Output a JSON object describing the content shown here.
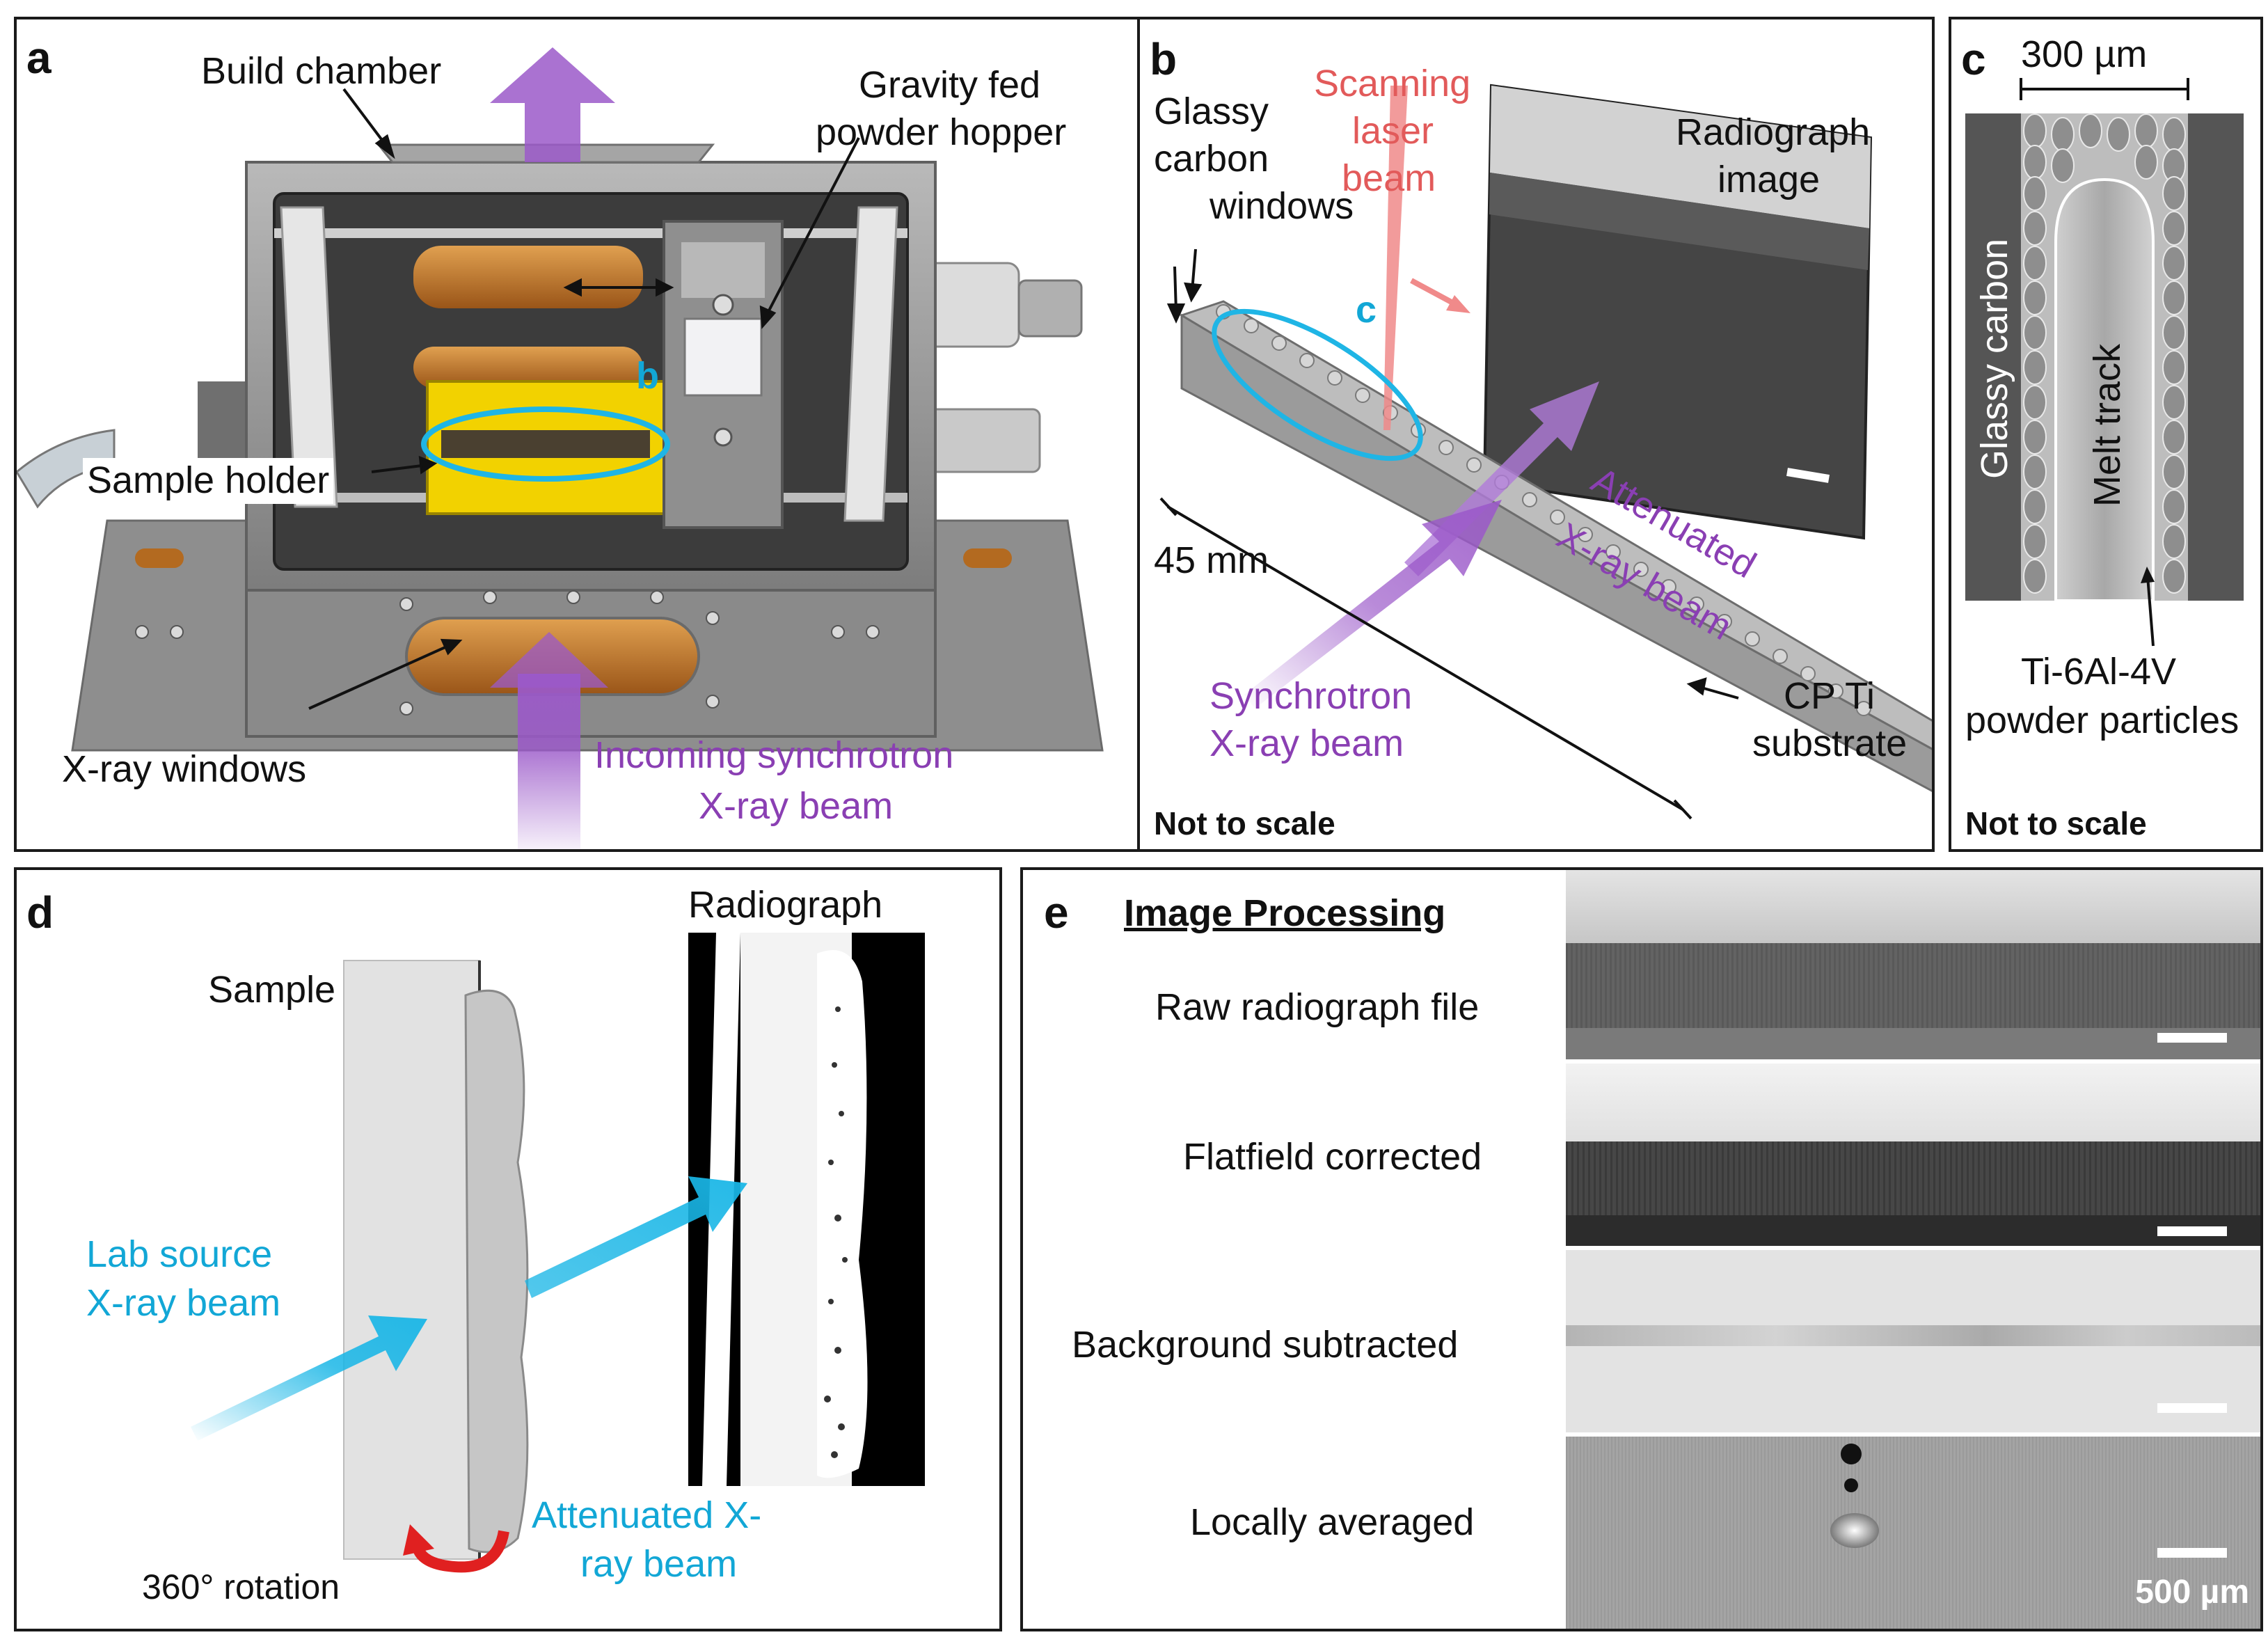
{
  "panels": {
    "a": {
      "letter": "a",
      "labels": {
        "build_chamber": "Build chamber",
        "hopper_line1": "Gravity fed",
        "hopper_line2": "powder hopper",
        "sample_holder": "Sample holder",
        "xray_windows": "X-ray windows",
        "incoming_line1": "Incoming synchrotron",
        "incoming_line2": "X-ray beam",
        "b_marker": "b"
      }
    },
    "b": {
      "letter": "b",
      "labels": {
        "glassy_line1": "Glassy",
        "glassy_line2": "carbon",
        "glassy_line3": "windows",
        "laser_line1": "Scanning",
        "laser_line2": "laser",
        "laser_line3": "beam",
        "radio_line1": "Radiograph",
        "radio_line2": "image",
        "c_marker": "c",
        "attenuated_line1": "Attenuated",
        "attenuated_line2": "X-ray beam",
        "length": "45 mm",
        "synchro_line1": "Synchrotron",
        "synchro_line2": "X-ray beam",
        "substrate_line1": "CP Ti",
        "substrate_line2": "substrate",
        "not_to_scale": "Not to scale"
      }
    },
    "c": {
      "letter": "c",
      "labels": {
        "scale": "300 µm",
        "glassy_carbon": "Glassy  carbon",
        "melt_track": "Melt track",
        "powder_line1": "Ti-6Al-4V",
        "powder_line2": "powder particles",
        "not_to_scale": "Not to scale"
      }
    },
    "d": {
      "letter": "d",
      "labels": {
        "radiograph": "Radiograph",
        "sample": "Sample",
        "lab_line1": "Lab source",
        "lab_line2": "X-ray beam",
        "atten_line1": "Attenuated  X-",
        "atten_line2": "ray beam",
        "rotation": "360° rotation"
      }
    },
    "e": {
      "letter": "e",
      "heading": "Image Processing",
      "rows": [
        {
          "label": "Raw radiograph file"
        },
        {
          "label": "Flatfield corrected"
        },
        {
          "label": "Background subtracted"
        },
        {
          "label": "Locally averaged"
        }
      ],
      "scale": "500 µm"
    }
  },
  "colors": {
    "beam_purple": "#9b59c9",
    "beam_cyan": "#19b6e6",
    "laser_red": "#f08a8a",
    "ellipse_cyan": "#1fb5e5",
    "chamber_gray": "#9a9a9a",
    "holder_yellow": "#f2d200",
    "window_orange": "#c47a2a",
    "rotation_red": "#e02020"
  }
}
